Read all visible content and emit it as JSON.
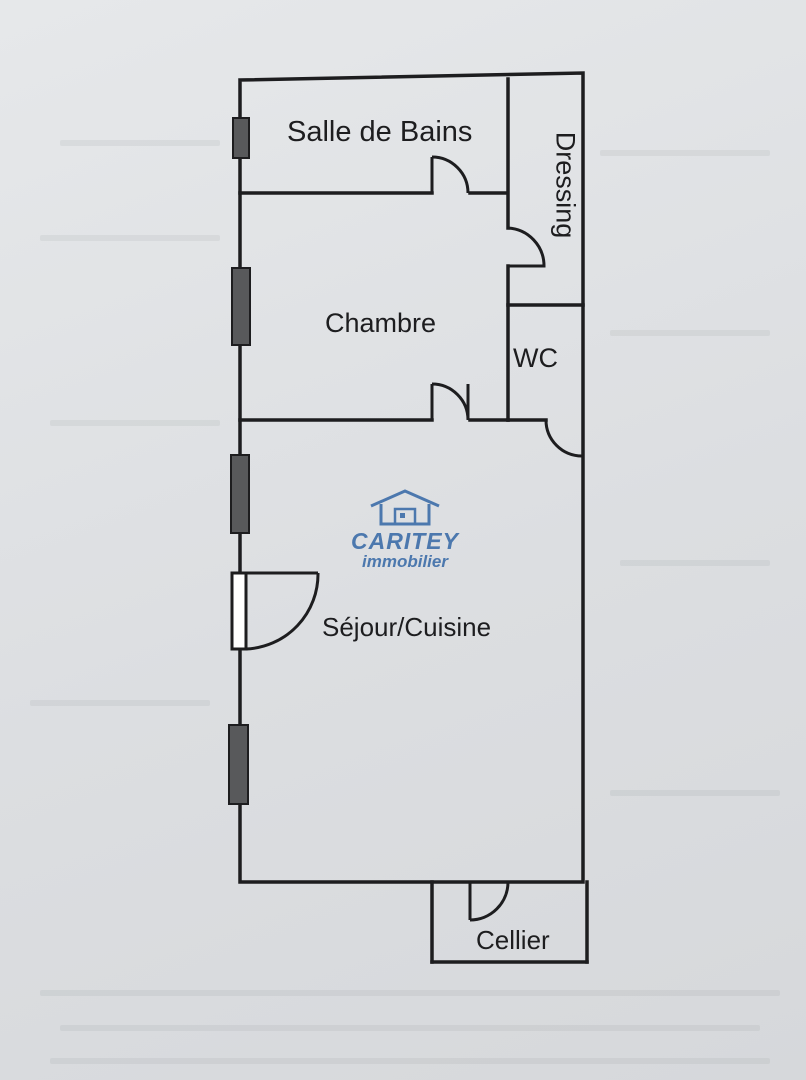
{
  "rooms": {
    "salle_de_bains": "Salle de Bains",
    "dressing": "Dressing",
    "chambre": "Chambre",
    "wc": "WC",
    "sejour_cuisine": "Séjour/Cuisine",
    "cellier": "Cellier"
  },
  "watermark": {
    "name": "CARITEY",
    "subtitle": "immobilier",
    "icon": "house-icon",
    "color": "#4c78ae"
  },
  "colors": {
    "paper": "#dfe1e3",
    "wall": "#1d1d1f",
    "window_fill": "#58595b"
  }
}
